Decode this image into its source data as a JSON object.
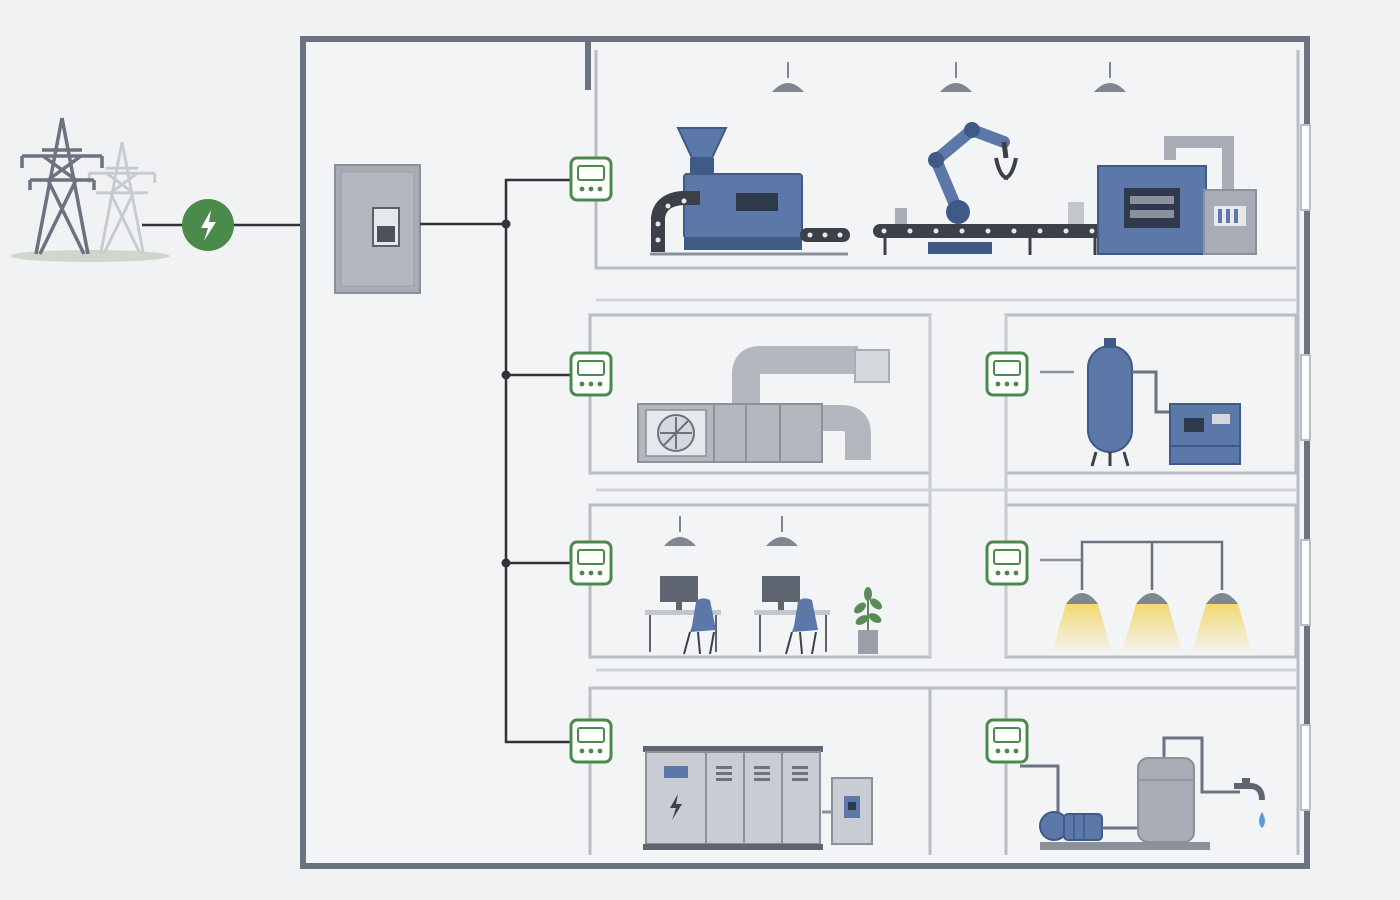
{
  "colors": {
    "background": "#f1f2f4",
    "wall": "#6b7280",
    "room_border": "#b9bec6",
    "wire": "#2f3338",
    "meter_accent": "#4a8a4a",
    "grid_badge": "#4a8a4a",
    "machine_blue": "#5b78a8",
    "machine_blue_dark": "#3f5a86",
    "equipment_gray": "#a8adb5",
    "lamp_glow": "#f2d76a"
  },
  "icons": {
    "grid_source": "transmission-tower-icon",
    "grid_connection": "lightning-bolt-icon",
    "main_panel": "main-distribution-panel-icon",
    "meter": "energy-meter-icon",
    "lamp": "ceiling-lamp-icon"
  },
  "zones": [
    {
      "id": "production",
      "equipment": [
        "hopper-extruder",
        "robotic-arm-conveyor",
        "industrial-furnace"
      ]
    },
    {
      "id": "hvac",
      "equipment": [
        "air-handling-unit"
      ]
    },
    {
      "id": "compressed-air",
      "equipment": [
        "air-receiver-tank",
        "air-compressor"
      ]
    },
    {
      "id": "office",
      "equipment": [
        "workstation",
        "workstation",
        "potted-plant"
      ]
    },
    {
      "id": "lighting",
      "equipment": [
        "high-bay-lamp",
        "high-bay-lamp",
        "high-bay-lamp"
      ]
    },
    {
      "id": "power-room",
      "equipment": [
        "switchgear-cabinets",
        "control-box"
      ]
    },
    {
      "id": "water-pumping",
      "equipment": [
        "water-pump",
        "water-tank",
        "faucet"
      ]
    }
  ]
}
